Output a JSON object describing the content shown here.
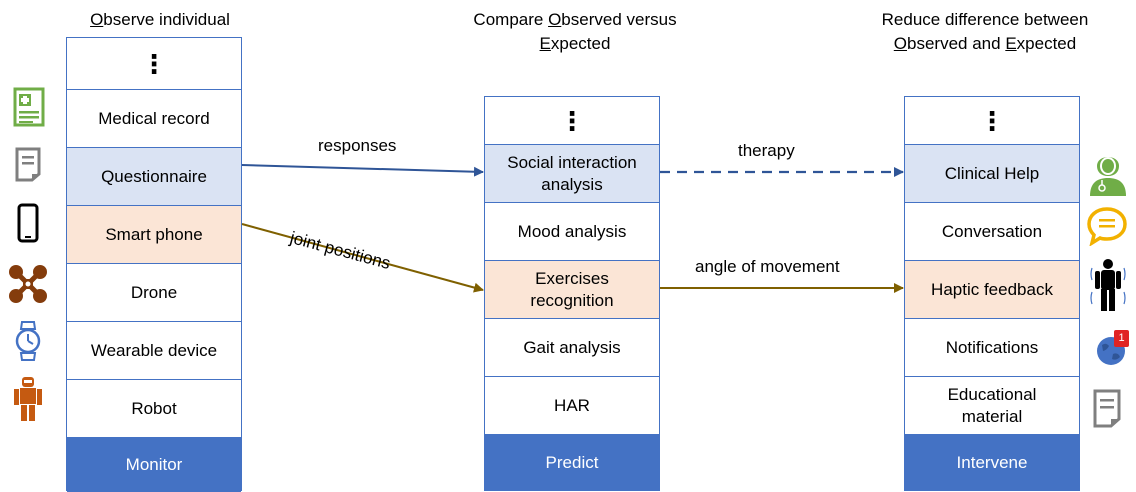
{
  "headers": {
    "monitor": {
      "first": "O",
      "rest": "bserve individual"
    },
    "predict": {
      "line1_pre": "Compare ",
      "line1_u": "O",
      "line1_post": "bserved versus",
      "line2_u": "E",
      "line2_post": "xpected"
    },
    "intervene": {
      "line1": "Reduce difference between",
      "line2_u1": "O",
      "line2_mid": "bserved and ",
      "line2_u2": "E",
      "line2_post": "xpected"
    }
  },
  "monitor": {
    "dots": "⋮",
    "items": [
      "Medical record",
      "Questionnaire",
      "Smart phone",
      "Drone",
      "Wearable device",
      "Robot"
    ],
    "footer": "Monitor"
  },
  "predict": {
    "dots": "⋮",
    "items": [
      "Social interaction analysis",
      "Mood analysis",
      "Exercises recognition",
      "Gait analysis",
      "HAR"
    ],
    "footer": "Predict"
  },
  "intervene": {
    "dots": "⋮",
    "items": [
      "Clinical Help",
      "Conversation",
      "Haptic feedback",
      "Notifications",
      "Educational material"
    ],
    "footer": "Intervene"
  },
  "arrows": {
    "responses": "responses",
    "joint_positions": "joint positions",
    "therapy": "therapy",
    "angle": "angle of movement"
  },
  "colors": {
    "blue_fill": "#DAE3F3",
    "peach_fill": "#FBE5D6",
    "header_fill": "#4472C4",
    "blue_arrow": "#2F5597",
    "brown_arrow": "#7F6000",
    "icon_green": "#70AD47",
    "icon_brown": "#843C0C",
    "icon_orange": "#C55A11",
    "icon_gold": "#F2B100"
  },
  "icons": {
    "left": [
      "medical-record-icon",
      "questionnaire-icon",
      "smartphone-icon",
      "drone-icon",
      "smartwatch-icon",
      "robot-icon"
    ],
    "right": [
      "doctor-icon",
      "chat-icon",
      "body-haptic-icon",
      "notification-globe-icon",
      "document-icon"
    ]
  },
  "notification_badge": "1"
}
